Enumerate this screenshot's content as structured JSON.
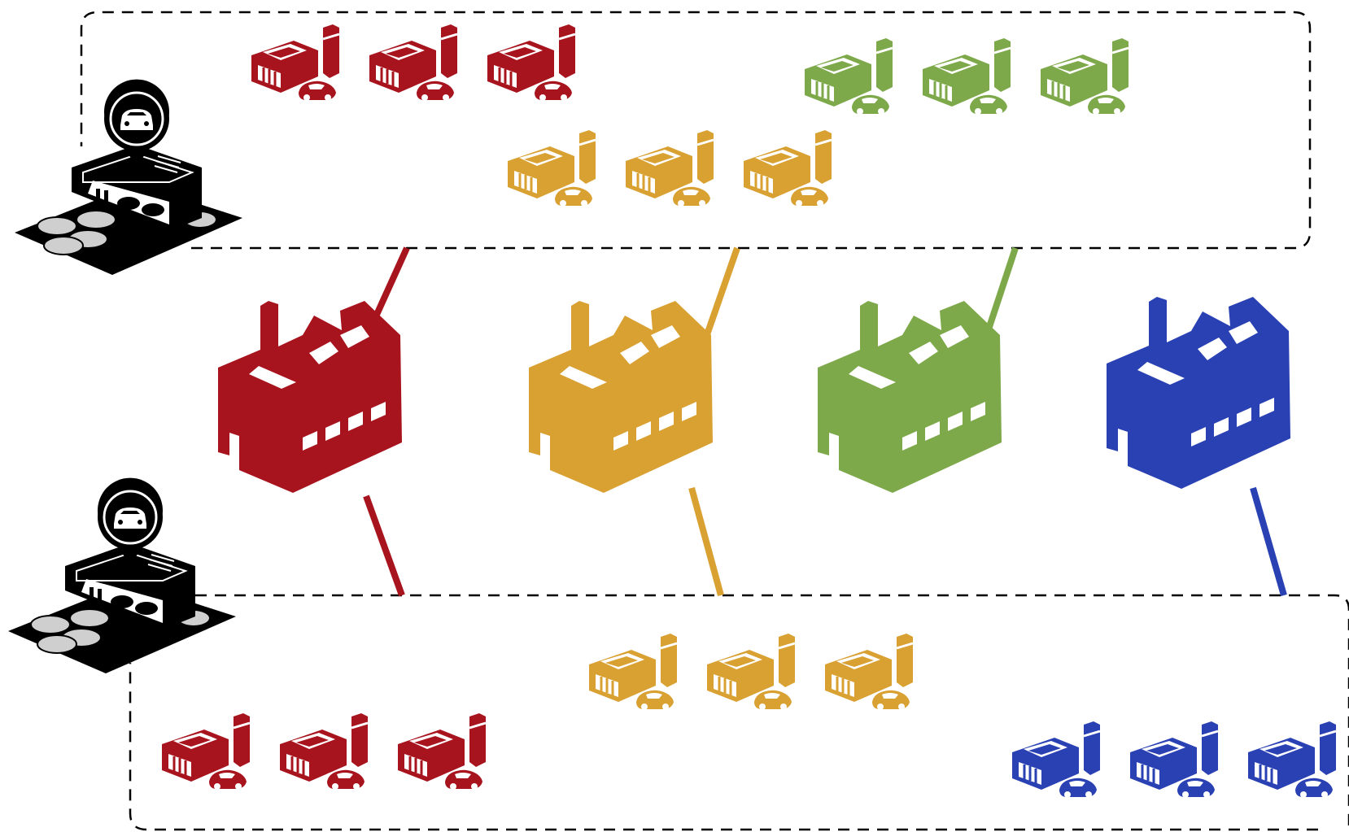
{
  "colors": {
    "red": "#a8141e",
    "orange": "#d9a032",
    "green": "#7ea94b",
    "blue": "#2a41b4",
    "black": "#000000",
    "white": "#ffffff",
    "road": "#c9c9c9"
  },
  "icons": {
    "dealership": "dealership-with-car-location-pin-icon",
    "factory": "factory-icon",
    "supplier": "supplier-plant-with-car-icon"
  },
  "regions": [
    {
      "name": "upper-region",
      "dealership": true,
      "supplier_groups": [
        {
          "color": "red",
          "count": 3
        },
        {
          "color": "green",
          "count": 3
        },
        {
          "color": "orange",
          "count": 3
        }
      ]
    },
    {
      "name": "lower-region",
      "dealership": true,
      "supplier_groups": [
        {
          "color": "orange",
          "count": 3
        },
        {
          "color": "red",
          "count": 3
        },
        {
          "color": "blue",
          "count": 3
        }
      ]
    }
  ],
  "factories": [
    {
      "color": "red",
      "links": [
        "upper-region",
        "lower-region"
      ]
    },
    {
      "color": "orange",
      "links": [
        "upper-region",
        "lower-region"
      ]
    },
    {
      "color": "green",
      "links": [
        "upper-region"
      ]
    },
    {
      "color": "blue",
      "links": [
        "lower-region"
      ]
    }
  ]
}
